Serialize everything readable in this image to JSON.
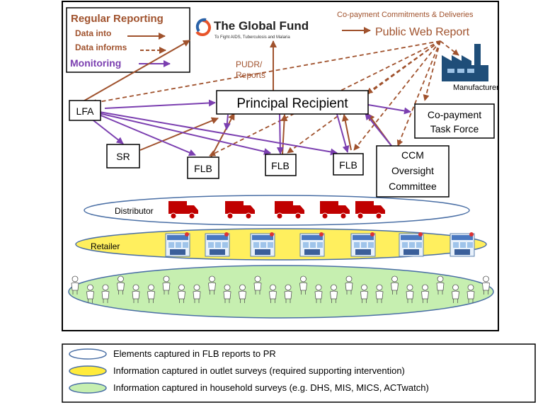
{
  "key_box": {
    "title": "Regular Reporting",
    "data_into": "Data into",
    "data_informs": "Data informs",
    "monitoring": "Monitoring"
  },
  "global_fund": {
    "name": "The Global Fund",
    "tagline": "To Fight AIDS, Tuberculosis and Malaria"
  },
  "public_report": {
    "subtitle": "Co-payment Commitments & Deliveries",
    "title": "Public Web Report"
  },
  "pudr_label": [
    "PUDR/",
    "Reports"
  ],
  "manufacturer": "Manufacturer",
  "principal_recipient": "Principal Recipient",
  "lfa": "LFA",
  "sr": "SR",
  "flb_label": "FLB",
  "copayment_task_force": [
    "Co-payment",
    "Task Force"
  ],
  "ccm": [
    "CCM",
    "Oversight",
    "Committee"
  ],
  "tiers": {
    "distributor": "Distributor",
    "retailer": "Retailer"
  },
  "legend": [
    {
      "text": "Elements captured in FLB reports to PR",
      "fill": "#ffffff",
      "stroke": "#4a6fa5"
    },
    {
      "text": "Information captured in outlet surveys (required supporting intervention)",
      "fill": "#ffeb3b",
      "stroke": "#4a6fa5"
    },
    {
      "text": "Information captured in household surveys (e.g. DHS, MIS, MICS, ACTwatch)",
      "fill": "#c6efb0",
      "stroke": "#4a6fa5"
    }
  ],
  "colors": {
    "brown": "#a0522d",
    "purple": "#7b3fb0",
    "truck": "#c00000",
    "factory": "#1f4e79",
    "border": "#000000"
  }
}
